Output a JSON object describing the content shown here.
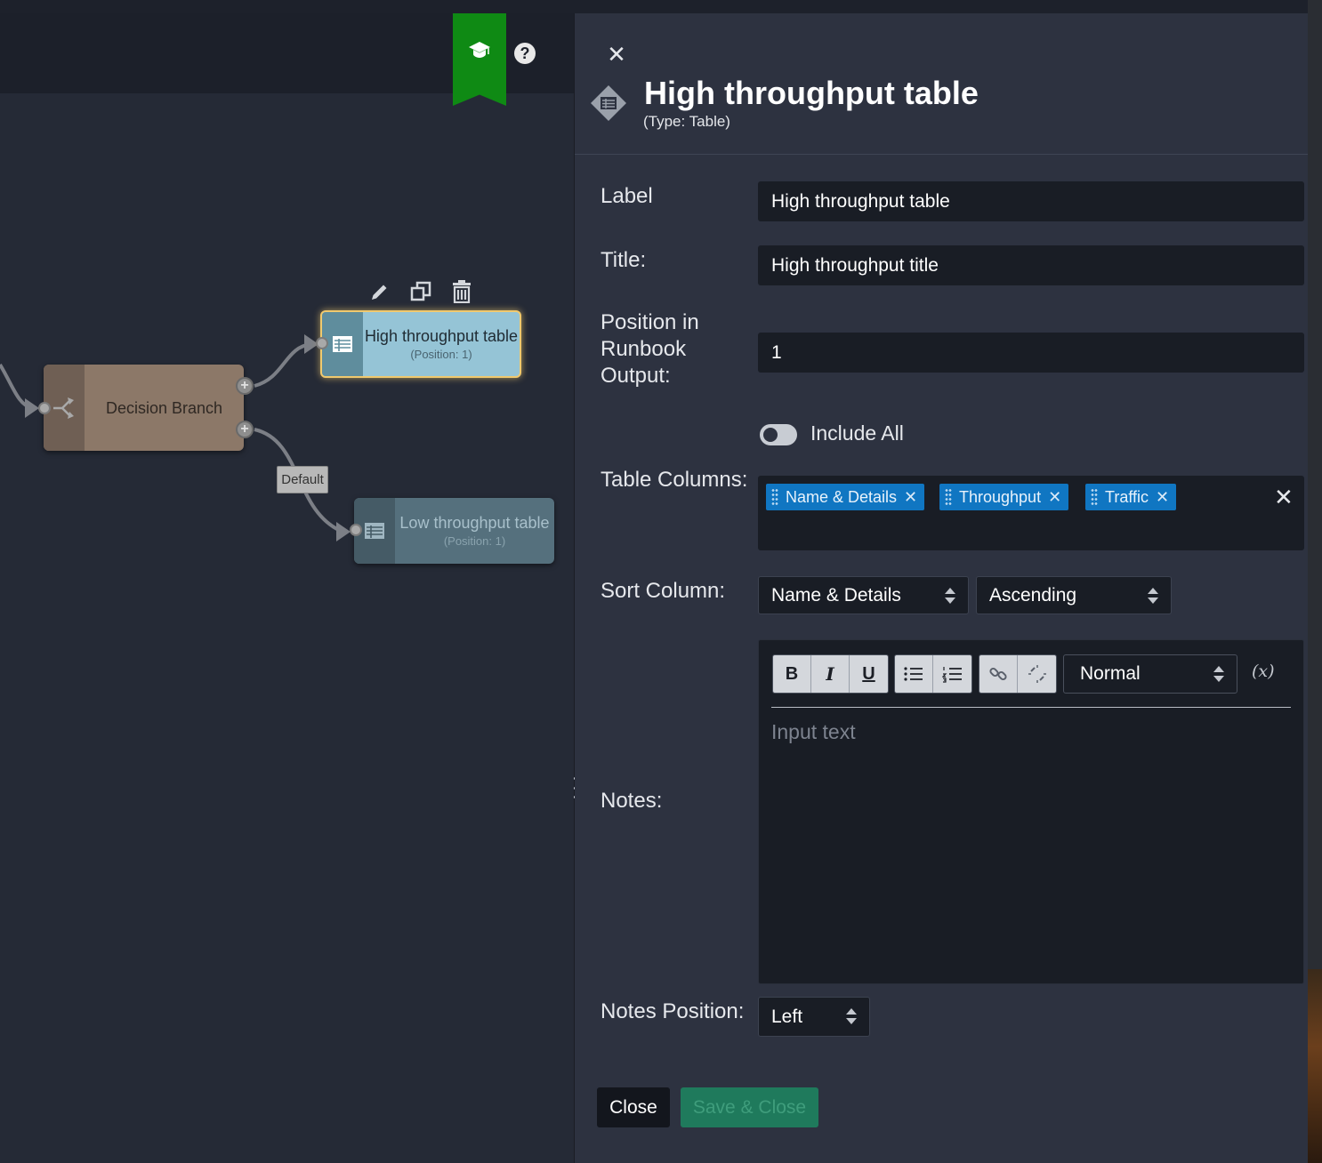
{
  "canvas": {
    "nodes": {
      "decision": {
        "label": "Decision Branch"
      },
      "high": {
        "label": "High throughput table",
        "position": "(Position: 1)"
      },
      "low": {
        "label": "Low throughput table",
        "position": "(Position: 1)"
      }
    },
    "edge_default_label": "Default",
    "help_label": "?"
  },
  "panel": {
    "close_symbol": "✕",
    "title": "High throughput table",
    "subtitle": "(Type: Table)",
    "label_label": "Label",
    "label_value": "High throughput table",
    "title_label": "Title:",
    "title_value": "High throughput title",
    "position_label": "Position in Runbook Output:",
    "position_value": "1",
    "include_all_label": "Include All",
    "include_all_on": false,
    "columns_label": "Table Columns:",
    "columns": [
      "Name & Details",
      "Throughput",
      "Traffic"
    ],
    "columns_clear_symbol": "✕",
    "sort_label": "Sort Column:",
    "sort_column": "Name & Details",
    "sort_order": "Ascending",
    "notes_label": "Notes:",
    "editor": {
      "bold": "B",
      "italic": "I",
      "underline": "U",
      "format": "Normal",
      "variable": "(x)",
      "placeholder": "Input text"
    },
    "notes_position_label": "Notes Position:",
    "notes_position_value": "Left",
    "close_button": "Close",
    "save_button": "Save & Close"
  },
  "colors": {
    "bookmark": "#0f8a14",
    "tag": "#1076c2",
    "save": "#1f7a5c",
    "highlight": "#f0c96e"
  }
}
